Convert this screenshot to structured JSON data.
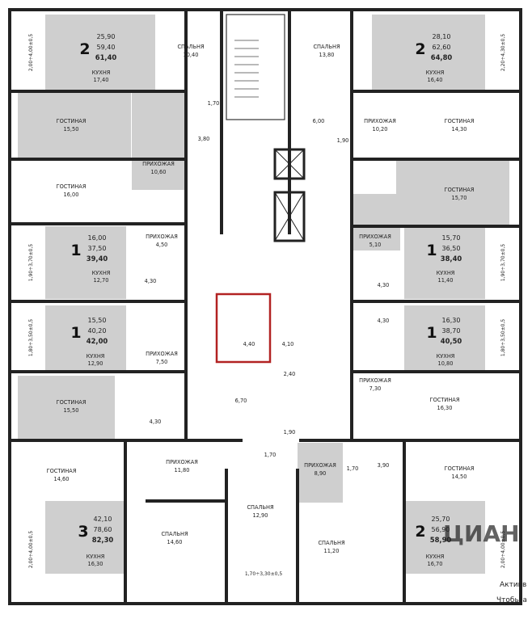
{
  "rooms": {
    "bedroom_1040": [
      "СПАЛЬНЯ",
      "10,40"
    ],
    "kitchen_1740": [
      "КУХНЯ",
      "17,40"
    ],
    "living_1550a": [
      "ГОСТИНАЯ",
      "15,50"
    ],
    "bath_170a": [
      "1,70"
    ],
    "bath_380": [
      "3,80"
    ],
    "hall_1060": [
      "ПРИХОЖАЯ",
      "10,60"
    ],
    "living_1600": [
      "ГОСТИНАЯ",
      "16,00"
    ],
    "hall_450": [
      "ПРИХОЖАЯ",
      "4,50"
    ],
    "kitchen_1270": [
      "КУХНЯ",
      "12,70"
    ],
    "bath_430a": [
      "4,30"
    ],
    "kitchen_1290": [
      "КУХНЯ",
      "12,90"
    ],
    "hall_750": [
      "ПРИХОЖАЯ",
      "7,50"
    ],
    "living_1550b": [
      "ГОСТИНАЯ",
      "15,50"
    ],
    "bath_430b": [
      "4,30"
    ],
    "living_1460": [
      "ГОСТИНАЯ",
      "14,60"
    ],
    "hall_1180": [
      "ПРИХОЖАЯ",
      "11,80"
    ],
    "kitchen_1630": [
      "КУХНЯ",
      "16,30"
    ],
    "bedroom_1460": [
      "СПАЛЬНЯ",
      "14,60"
    ],
    "bedroom_1290": [
      "СПАЛЬНЯ",
      "12,90"
    ],
    "bath_670": [
      "6,70"
    ],
    "bath_170b": [
      "1,70"
    ],
    "bath_170c": [
      "1,70"
    ],
    "hall_890": [
      "ПРИХОЖАЯ",
      "8,90"
    ],
    "bath_390": [
      "3,90"
    ],
    "bedroom_1120": [
      "СПАЛЬНЯ",
      "11,20"
    ],
    "living_1450": [
      "ГОСТИНАЯ",
      "14,50"
    ],
    "kitchen_1670": [
      "КУХНЯ",
      "16,70"
    ],
    "bedroom_1380": [
      "СПАЛЬНЯ",
      "13,80"
    ],
    "kitchen_1640": [
      "КУХНЯ",
      "16,40"
    ],
    "bath_600": [
      "6,00"
    ],
    "hall_1020": [
      "ПРИХОЖАЯ",
      "10,20"
    ],
    "living_1430": [
      "ГОСТИНАЯ",
      "14,30"
    ],
    "bath_190a": [
      "1,90"
    ],
    "living_1570": [
      "ГОСТИНАЯ",
      "15,70"
    ],
    "hall_510": [
      "ПРИХОЖАЯ",
      "5,10"
    ],
    "kitchen_1140": [
      "КУХНЯ",
      "11,40"
    ],
    "bath_430c": [
      "4,30"
    ],
    "bath_430d": [
      "4,30"
    ],
    "kitchen_1080": [
      "КУХНЯ",
      "10,80"
    ],
    "hall_730": [
      "ПРИХОЖАЯ",
      "7,30"
    ],
    "living_1630": [
      "ГОСТИНАЯ",
      "16,30"
    ],
    "storage_440": [
      "4,40"
    ],
    "lobby_410": [
      "4,10"
    ],
    "lobby_240": [
      "2,40"
    ],
    "lobby_190": [
      "1,90"
    ]
  },
  "apartments": [
    {
      "rooms": "2",
      "a": "25,90",
      "b": "59,40",
      "total": "61,40"
    },
    {
      "rooms": "1",
      "a": "16,00",
      "b": "37,50",
      "total": "39,40"
    },
    {
      "rooms": "1",
      "a": "15,50",
      "b": "40,20",
      "total": "42,00"
    },
    {
      "rooms": "3",
      "a": "42,10",
      "b": "78,60",
      "total": "82,30"
    },
    {
      "rooms": "2",
      "a": "28,10",
      "b": "62,60",
      "total": "64,80"
    },
    {
      "rooms": "1",
      "a": "15,70",
      "b": "36,50",
      "total": "38,40"
    },
    {
      "rooms": "1",
      "a": "16,30",
      "b": "38,70",
      "total": "40,50"
    },
    {
      "rooms": "2",
      "a": "25,70",
      "b": "56,90",
      "total": "58,90"
    }
  ],
  "dims": {
    "d1": "2,00÷4,00±0,5",
    "d2": "1,90÷3,70±0,5",
    "d3": "1,80÷3,50±0,5",
    "d4": "2,00÷4,00±0,5",
    "d5": "2,20÷4,30±0,5",
    "d6": "1,90÷3,70±0,5",
    "d7": "1,80÷3,50±0,5",
    "d8": "2,00÷4,00±0,5",
    "d9": "1,70÷3,30±0,5"
  },
  "watermark": {
    "line1": "ЦИАН",
    "line2": "Активв",
    "line3": "Чтобы а"
  },
  "colors": {
    "dark_room": "#c8c8c8",
    "mid_room": "#dcdcdc",
    "highlight": "#b22222"
  }
}
